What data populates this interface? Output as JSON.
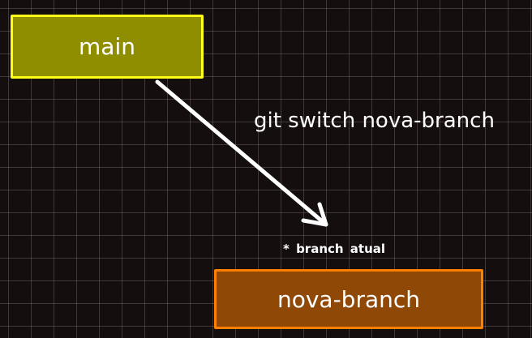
{
  "diagram": {
    "nodes": {
      "main": {
        "label": "main",
        "fill": "#8f8d00",
        "border": "#ffff1a"
      },
      "nova": {
        "label": "nova-branch",
        "fill": "#8f4806",
        "border": "#ff8000"
      }
    },
    "edge": {
      "label": "git switch nova-branch",
      "from": "main",
      "to": "nova-branch"
    },
    "annotation": "* branch atual",
    "colors": {
      "background": "#140e0e",
      "grid": "#8c7d7d",
      "text": "#ffffff",
      "arrow": "#ffffff"
    }
  }
}
